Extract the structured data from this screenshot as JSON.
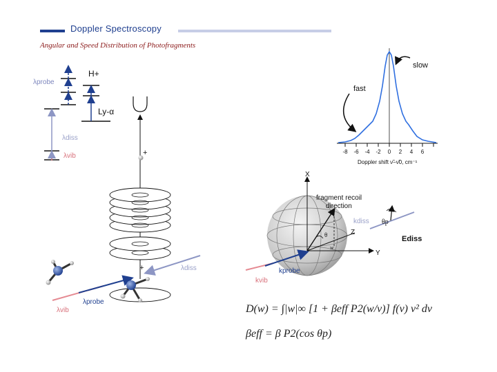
{
  "title": "Doppler Spectroscopy",
  "subtitle": "Angular and Speed Distribution of Photofragments",
  "energy": {
    "probe": "λprobe",
    "h_plus": "H+",
    "ly_alpha": "Ly-α",
    "diss": "λdiss",
    "vib": "λvib"
  },
  "apparatus": {
    "plus_ion": "+",
    "plus_center": "+",
    "diss": "λdiss",
    "probe": "λprobe",
    "vib": "λvib"
  },
  "profile": {
    "slow": "slow",
    "fast": "fast",
    "xlabel": "Doppler shift ν̃−ν̃0, cm⁻¹",
    "ticks": [
      "-8",
      "-6",
      "-4",
      "-2",
      "0",
      "2",
      "4",
      "6"
    ]
  },
  "sphere": {
    "x": "X",
    "y": "Y",
    "z": "Z",
    "recoil1": "fragment recoil",
    "recoil2": "direction",
    "theta": "θ",
    "w": "w",
    "theta_p": "θp",
    "k_diss": "kdiss",
    "e_diss": "Ediss",
    "k_probe": "kprobe",
    "k_vib": "kvib"
  },
  "equations": {
    "dw": "D(w) = ∫|w|∞ [1 + βeff P2(w/v)] f(v) v² dv",
    "beta": "βeff = β P2(cos θp)"
  }
}
